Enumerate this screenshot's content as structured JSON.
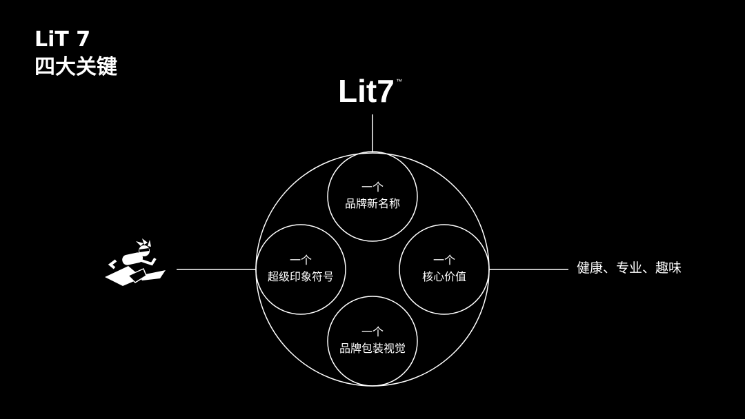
{
  "title": {
    "line1": "LiT 7",
    "line2": "四大关键"
  },
  "logo": {
    "text": "Lit7",
    "trademark": "™"
  },
  "nodes": [
    {
      "line1": "一个",
      "line2": "品牌新名称"
    },
    {
      "line1": "一个",
      "line2": "超级印象符号"
    },
    {
      "line1": "一个",
      "line2": "核心价值"
    },
    {
      "line1": "一个",
      "line2": "品牌包装视觉"
    }
  ],
  "right_label": "健康、专业、趣味",
  "icons": {
    "mascot": "running-mascot-icon"
  },
  "colors": {
    "background": "#000000",
    "foreground": "#ffffff"
  }
}
